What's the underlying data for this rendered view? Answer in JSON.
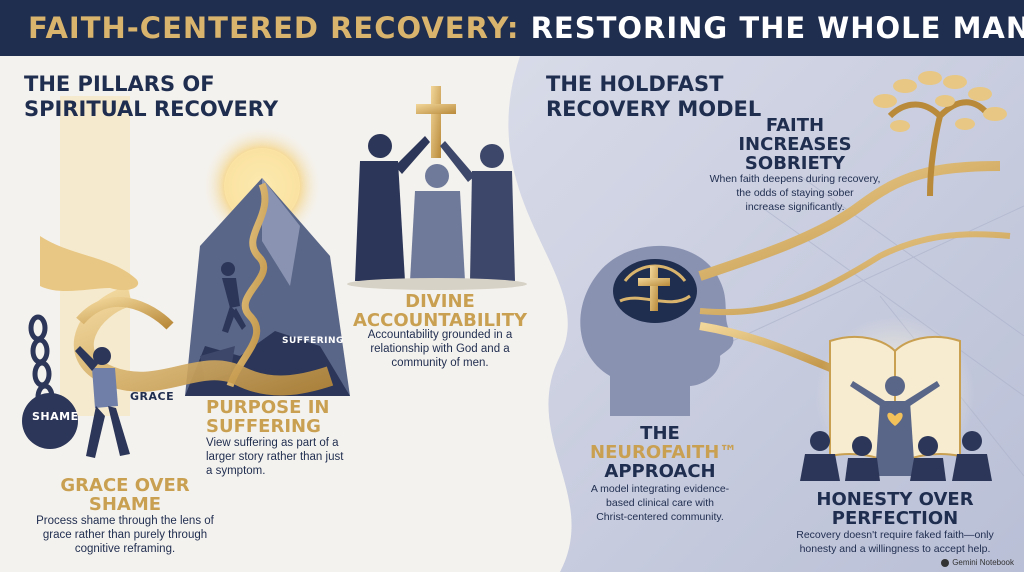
{
  "header": {
    "title_part1": "FAITH-CENTERED RECOVERY:",
    "title_part2": "RESTORING THE WHOLE MAN"
  },
  "left_section": {
    "title_line1": "THE PILLARS OF",
    "title_line2": "SPIRITUAL RECOVERY"
  },
  "right_section": {
    "title_line1": "THE HOLDFAST",
    "title_line2": "RECOVERY MODEL"
  },
  "pillars": {
    "grace": {
      "title_line1": "GRACE OVER",
      "title_line2": "SHAME",
      "desc_line1": "Process shame through the lens of",
      "desc_line2": "grace rather than purely through",
      "desc_line3": "cognitive reframing."
    },
    "purpose": {
      "title_line1": "PURPOSE IN",
      "title_line2": "SUFFERING",
      "desc_line1": "View suffering as part of a",
      "desc_line2": "larger story rather than just",
      "desc_line3": "a symptom."
    },
    "divine": {
      "title_line1": "DIVINE",
      "title_line2": "ACCOUNTABILITY",
      "desc_line1": "Accountability grounded in a",
      "desc_line2": "relationship with God and a",
      "desc_line3": "community of men."
    },
    "faith": {
      "title_line1": "FAITH",
      "title_line2": "INCREASES",
      "title_line3": "SOBRIETY",
      "desc_line1": "When faith deepens during recovery,",
      "desc_line2": "the odds of staying sober",
      "desc_line3": "increase significantly."
    },
    "neurofaith": {
      "title_line1": "THE",
      "title_line2": "NEUROFAITH™",
      "title_line3": "APPROACH",
      "desc_line1": "A model integrating evidence-",
      "desc_line2": "based clinical care with",
      "desc_line3": "Christ-centered community."
    },
    "honesty": {
      "title_line1": "HONESTY OVER",
      "title_line2": "PERFECTION",
      "desc_line1": "Recovery doesn't require faked faith—only",
      "desc_line2": "honesty and a willingness to accept help."
    }
  },
  "captions": {
    "shame": "SHAME",
    "grace": "GRACE",
    "suffering": "SUFFERING"
  },
  "watermark": "Gemini Notebook",
  "colors": {
    "navy": "#1f2d4f",
    "gold": "#c9a052",
    "light_gold": "#d9b46c",
    "background": "#f4f2ee",
    "right_panel": "#c9cde0"
  }
}
